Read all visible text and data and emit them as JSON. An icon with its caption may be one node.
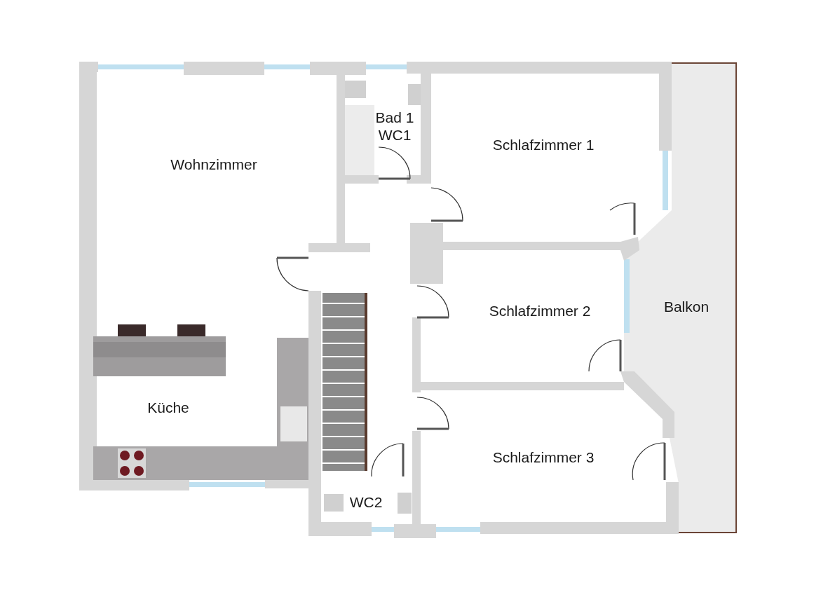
{
  "diagram": {
    "nodes": [
      {
        "text": [
          "Wohnzimmer"
        ]
      },
      {
        "text": [
          "Bad 1",
          "WC1"
        ]
      },
      {
        "text": [
          "Schlafzimmer 1"
        ]
      },
      {
        "text": [
          "Schlafzimmer 2"
        ]
      },
      {
        "text": [
          "Balkon"
        ]
      },
      {
        "text": [
          "Küche"
        ]
      },
      {
        "text": [
          "Schlafzimmer 3"
        ]
      },
      {
        "text": [
          "WC2"
        ]
      }
    ]
  }
}
